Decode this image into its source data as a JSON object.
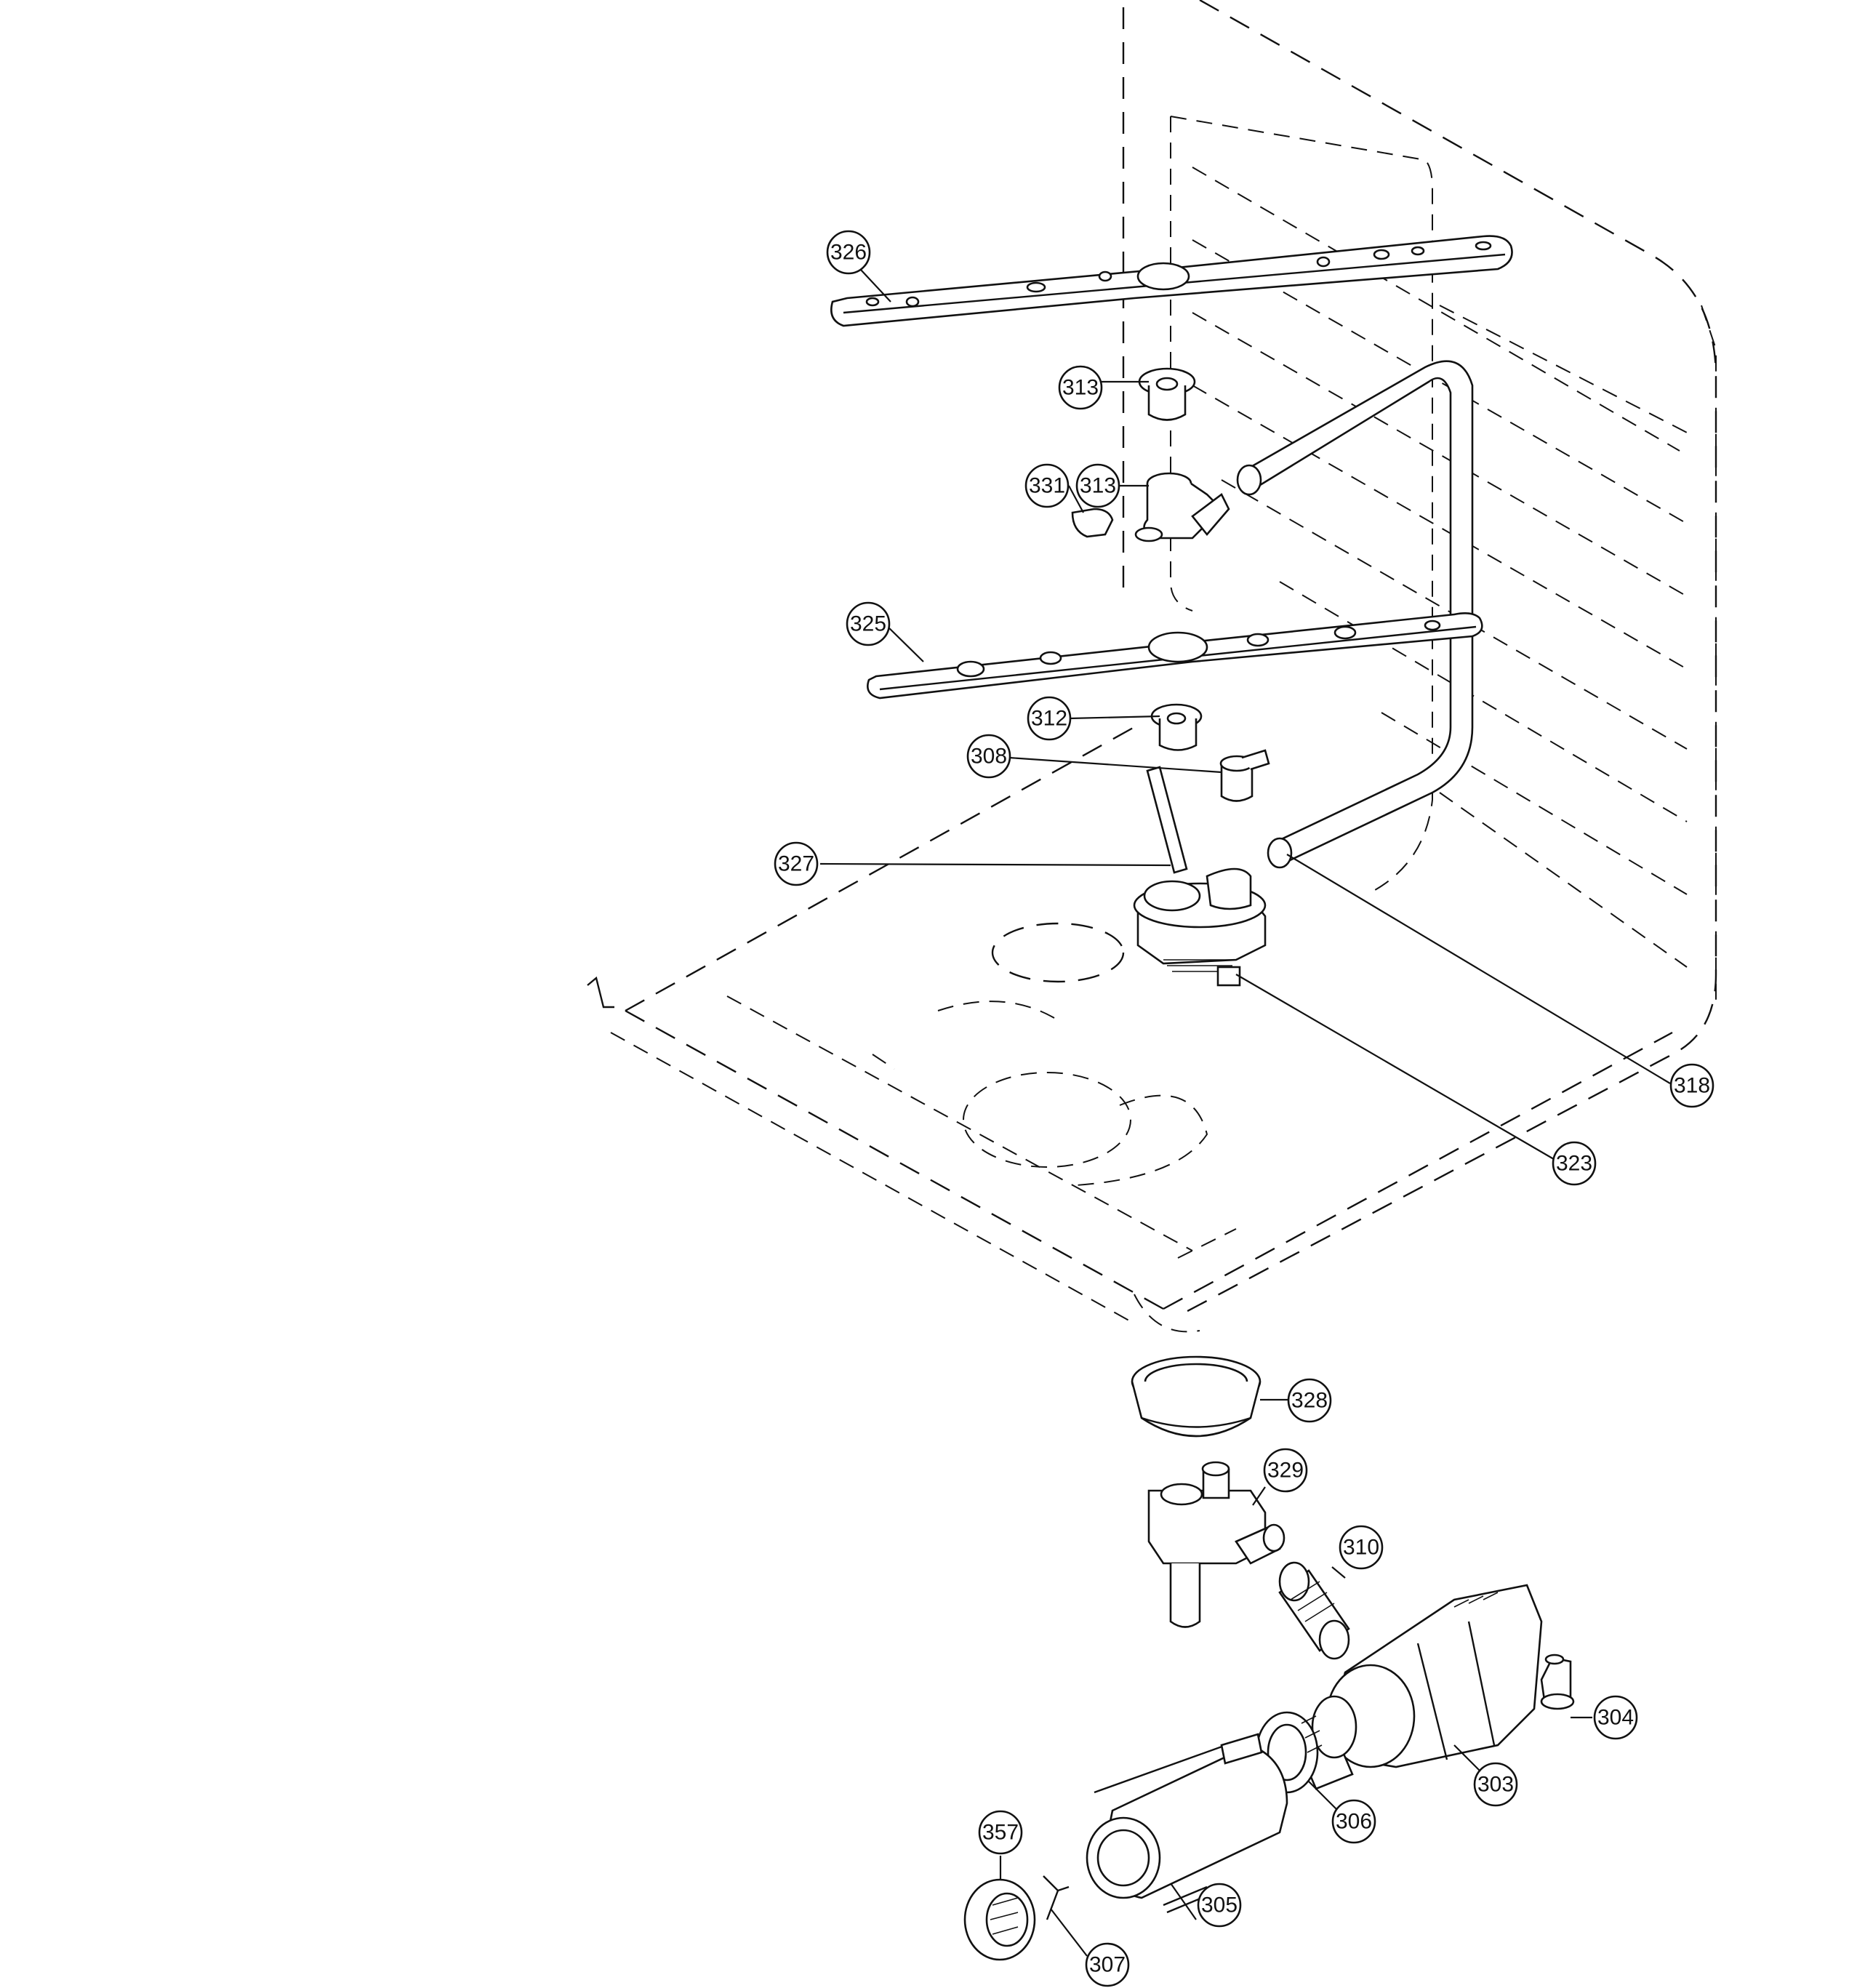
{
  "diagram": {
    "type": "exploded-parts-diagram",
    "callouts": {
      "c326": "326",
      "c313a": "313",
      "c331": "331",
      "c313b": "313",
      "c325": "325",
      "c312": "312",
      "c308": "308",
      "c327": "327",
      "c318": "318",
      "c323": "323",
      "c328": "328",
      "c329": "329",
      "c310": "310",
      "c304": "304",
      "c303": "303",
      "c306": "306",
      "c357": "357",
      "c305": "305",
      "c307": "307"
    }
  }
}
